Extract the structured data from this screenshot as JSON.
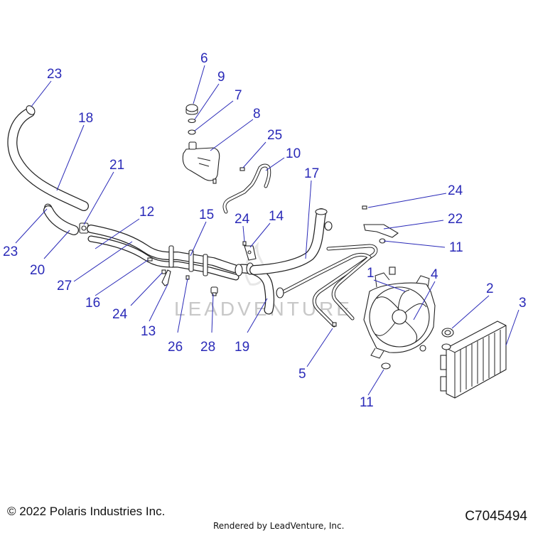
{
  "footer": {
    "copyright": "© 2022 Polaris Industries Inc.",
    "document_number": "C7045494",
    "rendered_by": "Rendered by LeadVenture, Inc."
  },
  "watermark": {
    "text": "LEADVENTURE"
  },
  "callouts": [
    {
      "id": "c6",
      "label": "6"
    },
    {
      "id": "c9",
      "label": "9"
    },
    {
      "id": "c7",
      "label": "7"
    },
    {
      "id": "c8",
      "label": "8"
    },
    {
      "id": "c23a",
      "label": "23"
    },
    {
      "id": "c18",
      "label": "18"
    },
    {
      "id": "c25",
      "label": "25"
    },
    {
      "id": "c10",
      "label": "10"
    },
    {
      "id": "c17",
      "label": "17"
    },
    {
      "id": "c21",
      "label": "21"
    },
    {
      "id": "c12",
      "label": "12"
    },
    {
      "id": "c15",
      "label": "15"
    },
    {
      "id": "c24a",
      "label": "24"
    },
    {
      "id": "c14",
      "label": "14"
    },
    {
      "id": "c24b",
      "label": "24"
    },
    {
      "id": "c22",
      "label": "22"
    },
    {
      "id": "c11a",
      "label": "11"
    },
    {
      "id": "c23b",
      "label": "23"
    },
    {
      "id": "c20",
      "label": "20"
    },
    {
      "id": "c27",
      "label": "27"
    },
    {
      "id": "c16",
      "label": "16"
    },
    {
      "id": "c24c",
      "label": "24"
    },
    {
      "id": "c13",
      "label": "13"
    },
    {
      "id": "c26",
      "label": "26"
    },
    {
      "id": "c28",
      "label": "28"
    },
    {
      "id": "c19",
      "label": "19"
    },
    {
      "id": "c1",
      "label": "1"
    },
    {
      "id": "c4",
      "label": "4"
    },
    {
      "id": "c2",
      "label": "2"
    },
    {
      "id": "c3",
      "label": "3"
    },
    {
      "id": "c5",
      "label": "5"
    },
    {
      "id": "c11b",
      "label": "11"
    }
  ]
}
